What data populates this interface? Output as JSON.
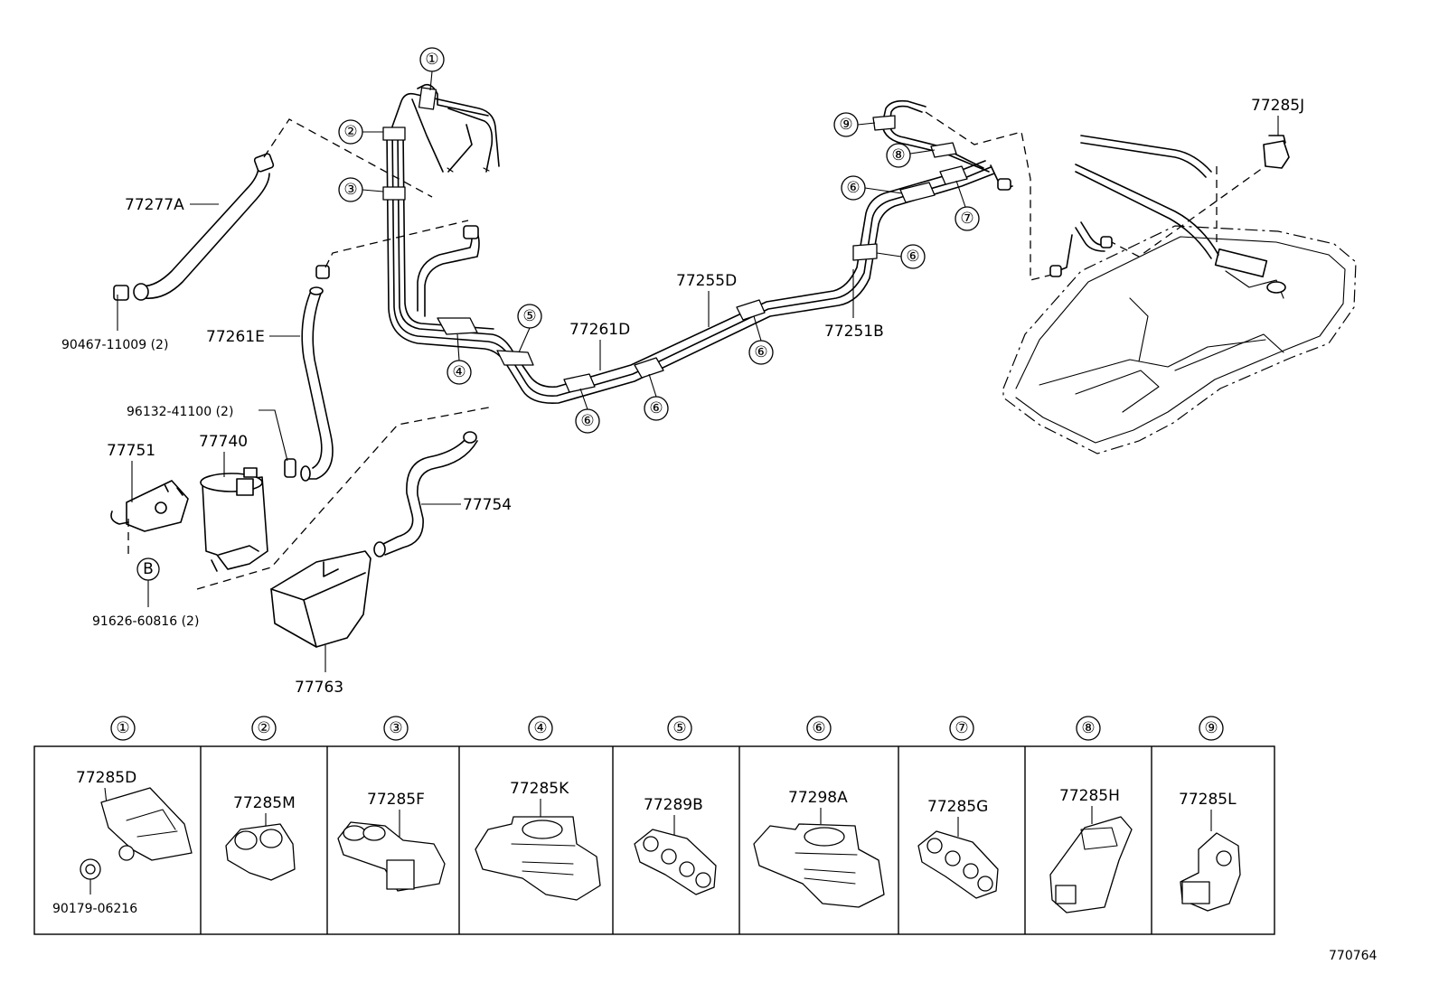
{
  "diagram_code": "770764",
  "part_labels": [
    {
      "id": "77277A",
      "text": "77277A"
    },
    {
      "id": "90467-11009",
      "text": "90467-11009 (2)"
    },
    {
      "id": "77261E",
      "text": "77261E"
    },
    {
      "id": "96132-41100",
      "text": "96132-41100 (2)"
    },
    {
      "id": "77751",
      "text": "77751"
    },
    {
      "id": "77740",
      "text": "77740"
    },
    {
      "id": "77754",
      "text": "77754"
    },
    {
      "id": "91626-60816",
      "text": "91626-60816 (2)"
    },
    {
      "id": "77763",
      "text": "77763"
    },
    {
      "id": "77261D",
      "text": "77261D"
    },
    {
      "id": "77255D",
      "text": "77255D"
    },
    {
      "id": "77251B",
      "text": "77251B"
    },
    {
      "id": "77285J",
      "text": "77285J"
    }
  ],
  "callouts": [
    "①",
    "②",
    "③",
    "④",
    "⑤",
    "⑥",
    "⑦",
    "⑧",
    "⑨"
  ],
  "ref_b": "B",
  "clamp_table": [
    {
      "head": "①",
      "part": "77285D",
      "extra": "90179-06216"
    },
    {
      "head": "②",
      "part": "77285M"
    },
    {
      "head": "③",
      "part": "77285F"
    },
    {
      "head": "④",
      "part": "77285K"
    },
    {
      "head": "⑤",
      "part": "77289B"
    },
    {
      "head": "⑥",
      "part": "77298A"
    },
    {
      "head": "⑦",
      "part": "77285G"
    },
    {
      "head": "⑧",
      "part": "77285H"
    },
    {
      "head": "⑨",
      "part": "77285L"
    }
  ]
}
